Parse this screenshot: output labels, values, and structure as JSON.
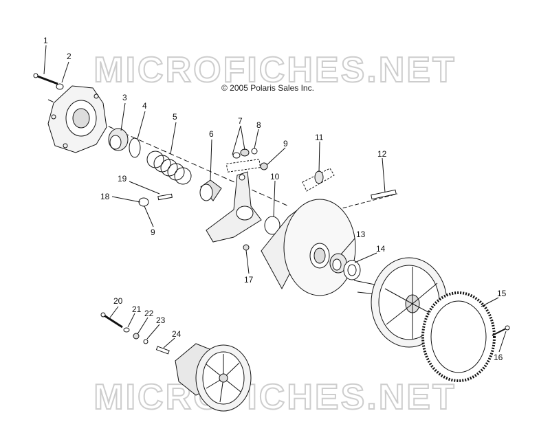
{
  "watermarks": {
    "top": "MICROFICHES.NET",
    "bottom": "MICROFICHES.NET"
  },
  "copyright": "© 2005 Polaris Sales Inc.",
  "callouts": {
    "c1": "1",
    "c2": "2",
    "c3": "3",
    "c4": "4",
    "c5": "5",
    "c6": "6",
    "c7": "7",
    "c8": "8",
    "c9a": "9",
    "c9b": "9",
    "c10": "10",
    "c11": "11",
    "c12": "12",
    "c13": "13",
    "c14": "14",
    "c15": "15",
    "c16": "16",
    "c17": "17",
    "c18": "18",
    "c19": "19",
    "c20": "20",
    "c21": "21",
    "c22": "22",
    "c23": "23",
    "c24": "24"
  }
}
